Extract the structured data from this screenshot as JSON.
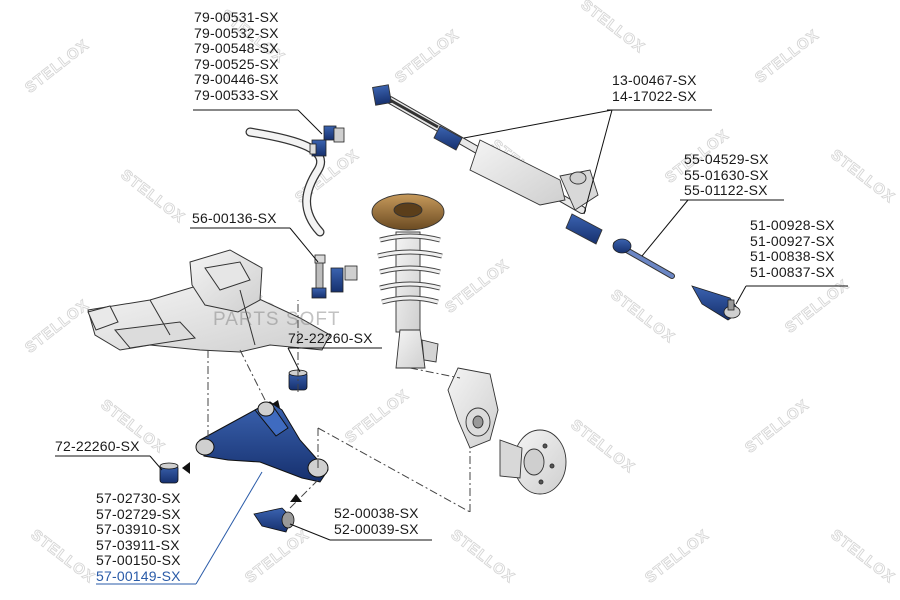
{
  "diagram": {
    "brand_watermark": "STELLOX",
    "overlay_watermark": "PARTS SOFT",
    "colors": {
      "part_blue": "#1e3f8a",
      "highlight": "#2a5ba8",
      "outline": "#333333",
      "spring_bronze": "#8a6a3a"
    },
    "callouts": {
      "stabilizer_bushings": [
        "79-00531-SX",
        "79-00532-SX",
        "79-00548-SX",
        "79-00525-SX",
        "79-00446-SX",
        "79-00533-SX"
      ],
      "steering_rack": [
        "13-00467-SX",
        "14-17022-SX"
      ],
      "inner_tie_rods": [
        "55-04529-SX",
        "55-01630-SX",
        "55-01122-SX"
      ],
      "tie_rod_ends": [
        "51-00928-SX",
        "51-00927-SX",
        "51-00838-SX",
        "51-00837-SX"
      ],
      "stabilizer_link": [
        "56-00136-SX"
      ],
      "arm_bushing_rear": [
        "72-22260-SX"
      ],
      "arm_bushing_front": [
        "72-22260-SX"
      ],
      "control_arms": [
        "57-02730-SX",
        "57-02729-SX",
        "57-03910-SX",
        "57-03911-SX",
        "57-00150-SX",
        "57-00149-SX"
      ],
      "ball_joints": [
        "52-00038-SX",
        "52-00039-SX"
      ]
    }
  }
}
